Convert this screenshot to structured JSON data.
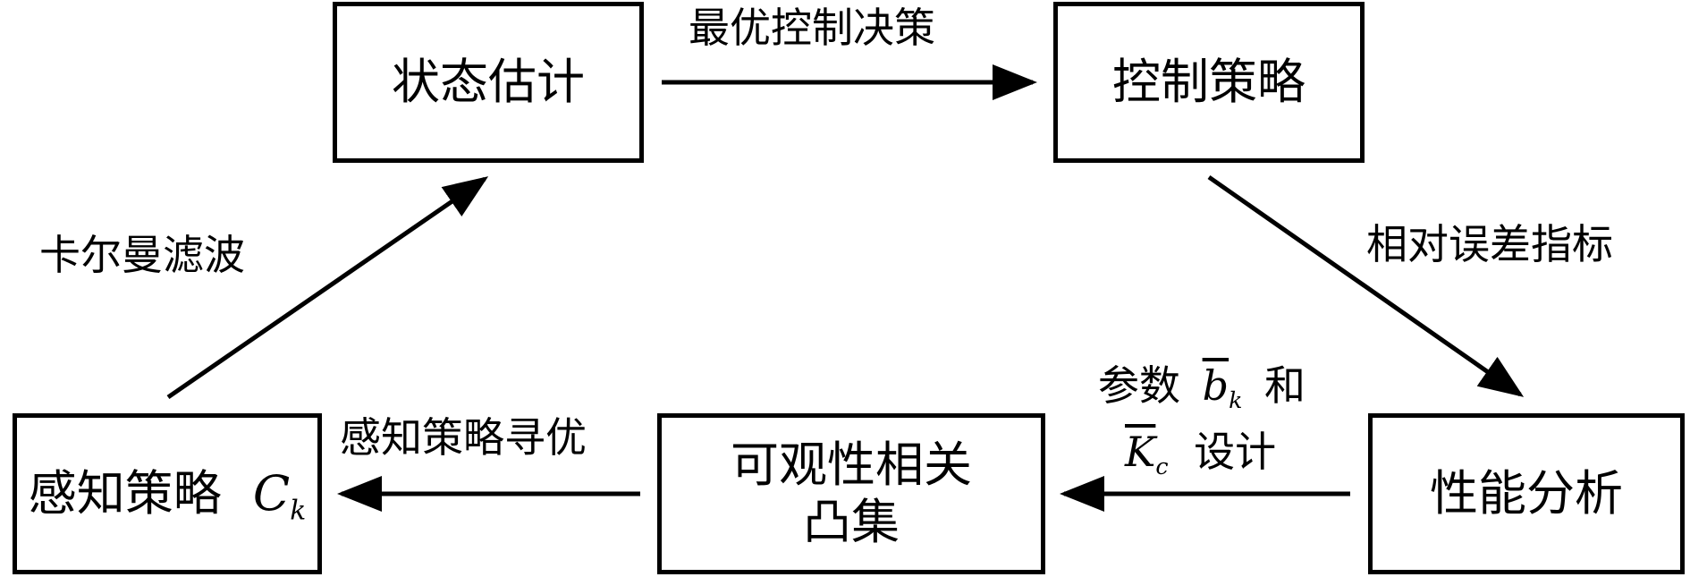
{
  "nodes": {
    "state_estimation": "状态估计",
    "control_strategy": "控制策略",
    "performance_analysis": "性能分析",
    "observability_line1": "可观性相关",
    "observability_line2": "凸集",
    "perception_strategy": "感知策略",
    "perception_symbol": "C",
    "perception_sub": "k"
  },
  "edges": {
    "optimal_control": "最优控制决策",
    "relative_error": "相对误差指标",
    "param_prefix": "参数",
    "param_b": "b",
    "param_b_sub": "k",
    "param_and": "和",
    "param_K": "K",
    "param_K_sub": "c",
    "param_design": "设计",
    "perception_opt": "感知策略寻优",
    "kalman": "卡尔曼滤波"
  },
  "colors": {
    "stroke": "#000000",
    "background": "#ffffff"
  }
}
